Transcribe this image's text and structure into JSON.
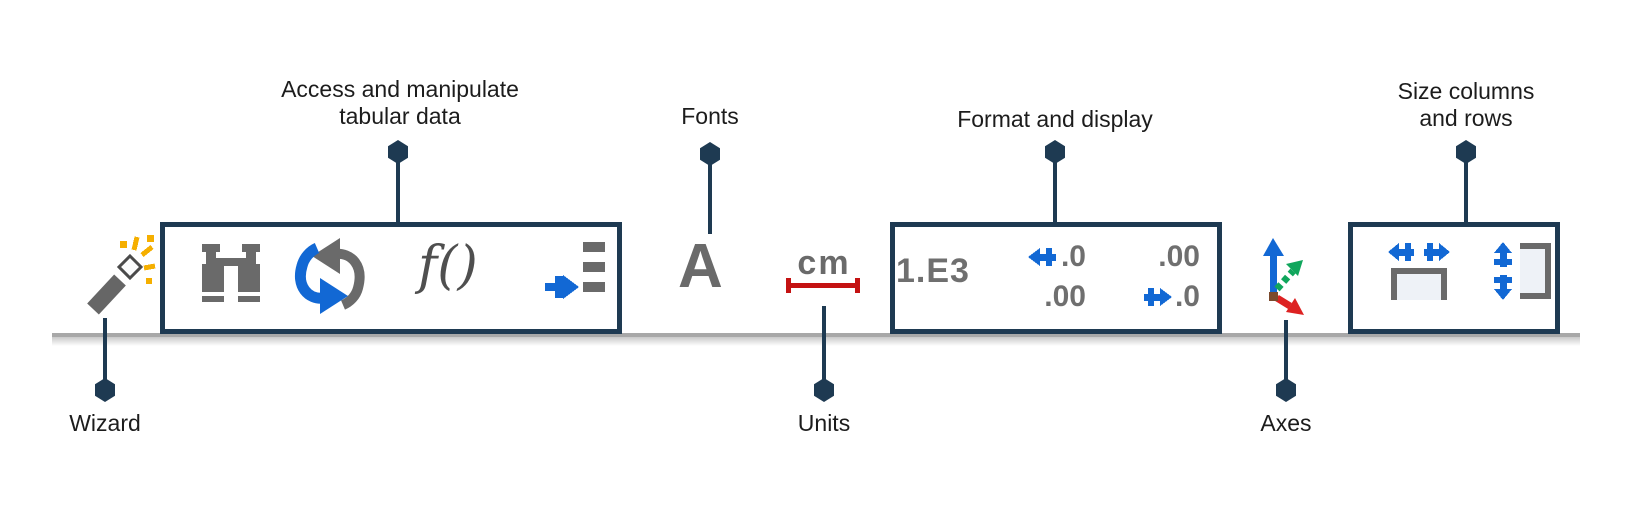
{
  "colors": {
    "navy": "#1e3a52",
    "icon_gray": "#6a6a6a",
    "icon_gray_dark": "#4f4f4f",
    "blue": "#1268d4",
    "red": "#c41212",
    "green": "#10a65c",
    "gold": "#f5af00",
    "label_text": "#1c1c1c",
    "baseline_gray": "#a8a8a8",
    "cell_fill": "#eef2f7"
  },
  "callouts": {
    "wizard": {
      "label": "Wizard",
      "position": "below"
    },
    "tabular": {
      "line1": "Access and manipulate",
      "line2": "tabular data",
      "position": "above"
    },
    "fonts": {
      "label": "Fonts",
      "position": "above"
    },
    "units": {
      "label": "Units",
      "position": "below"
    },
    "format": {
      "label": "Format and display",
      "position": "above"
    },
    "axes": {
      "label": "Axes",
      "position": "below"
    },
    "size": {
      "line1": "Size columns",
      "line2": "and rows",
      "position": "above"
    }
  },
  "glyphs": {
    "function": "f()",
    "font": "A",
    "units": "cm",
    "sci": "1.E3",
    "dec_left_top": ".0",
    "dec_left_bottom": ".00",
    "dec_right_top": ".00",
    "dec_right_bottom": ".0"
  },
  "icons": {
    "wizard": "magic-wand-sparks",
    "find": "binoculars",
    "sync": "swap-curved-arrows",
    "function": "f-parentheses",
    "insert_list": "blue-arrow-into-list",
    "font": "letter-A",
    "units": "cm-over-red-ruler",
    "sci_notation": "1.E3-text",
    "decimal_left": "blue-left-arrow-decimals",
    "decimal_right": "blue-right-arrow-decimals",
    "axes": "xyz-axes-blue-green-red",
    "column_width": "left-right-arrows-column",
    "row_height": "up-down-arrows-row"
  }
}
